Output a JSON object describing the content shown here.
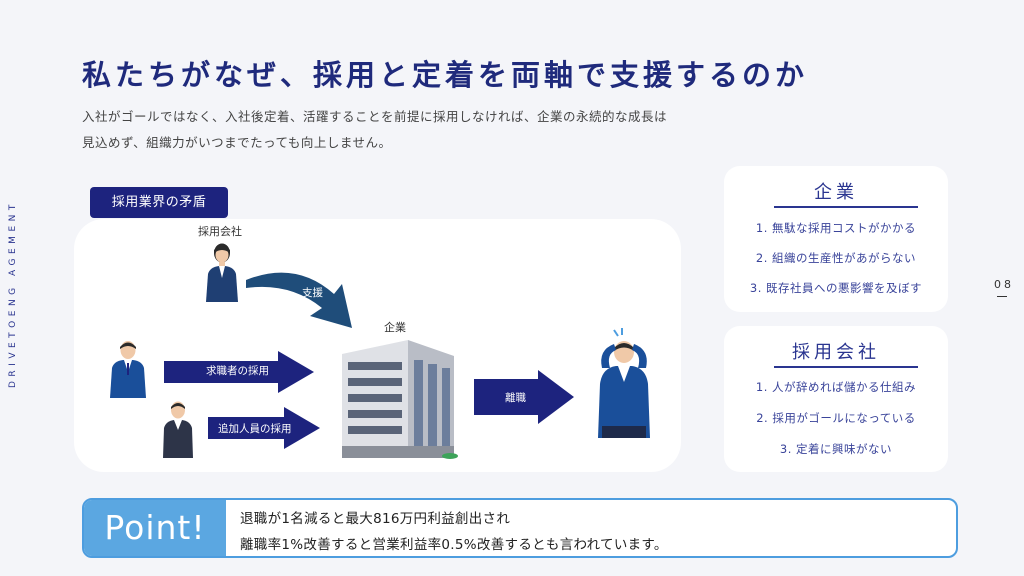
{
  "header": {
    "title": "私たちがなぜ、採用と定着を両軸で支援するのか",
    "subtitle_line1": "入社がゴールではなく、入社後定着、活躍することを前提に採用しなければ、企業の永続的な成長は",
    "subtitle_line2": "見込めず、組織力がいつまでたっても向上しません。"
  },
  "side": {
    "brand_vertical": "DRIVETOENG AGEMENT",
    "page_number": "08"
  },
  "diagram": {
    "tag": "採用業界の矛盾",
    "recruiter_label": "採用会社",
    "support_label": "支援",
    "company_label": "企業",
    "arrow_job_seeker": "求職者の採用",
    "arrow_additional": "追加人員の採用",
    "arrow_resign": "離職"
  },
  "cards": {
    "company": {
      "title": "企業",
      "items": [
        "1. 無駄な採用コストがかかる",
        "2. 組織の生産性があがらない",
        "3. 既存社員への悪影響を及ぼす"
      ]
    },
    "recruiter": {
      "title": "採用会社",
      "items": [
        "1. 人が辞めれば儲かる仕組み",
        "2. 採用がゴールになっている",
        "3. 定着に興味がない"
      ]
    }
  },
  "point": {
    "badge": "Point!",
    "line1": "退職が1名減ると最大816万円利益創出され",
    "line2": "離職率1%改善すると営業利益率0.5%改善するとも言われています。"
  },
  "colors": {
    "navy": "#1d237e",
    "accent_blue": "#5ba7e1",
    "card_text": "#3a449a"
  }
}
